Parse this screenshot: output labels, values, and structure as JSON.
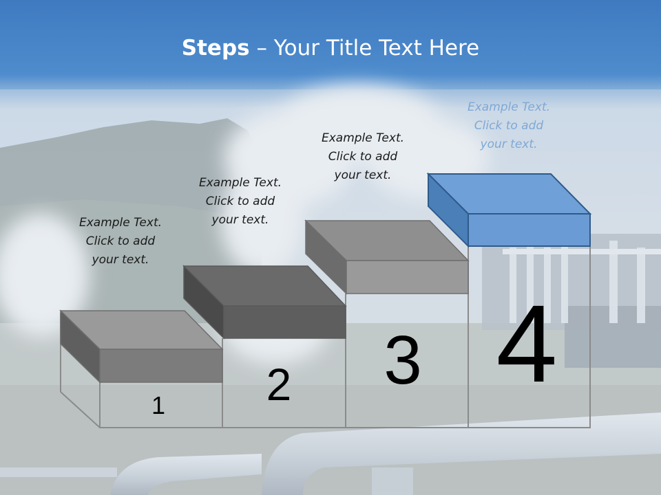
{
  "title": {
    "bold": "Steps",
    "rest": " – Your Title Text Here"
  },
  "steps": [
    {
      "number": "1",
      "caption": [
        "Example Text.",
        "Click  to add",
        "your text."
      ]
    },
    {
      "number": "2",
      "caption": [
        "Example Text.",
        "Click  to add",
        "your text."
      ]
    },
    {
      "number": "3",
      "caption": [
        "Example Text.",
        "Click  to add",
        "your text."
      ]
    },
    {
      "number": "4",
      "caption": [
        "Example Text.",
        "Click  to add",
        "your text."
      ]
    }
  ],
  "colors": {
    "header_blue": "#4a86c6",
    "step_gray": "#7a7a7a",
    "step_highlight": "#6a9bd4",
    "outline": "#8a8a8a"
  }
}
